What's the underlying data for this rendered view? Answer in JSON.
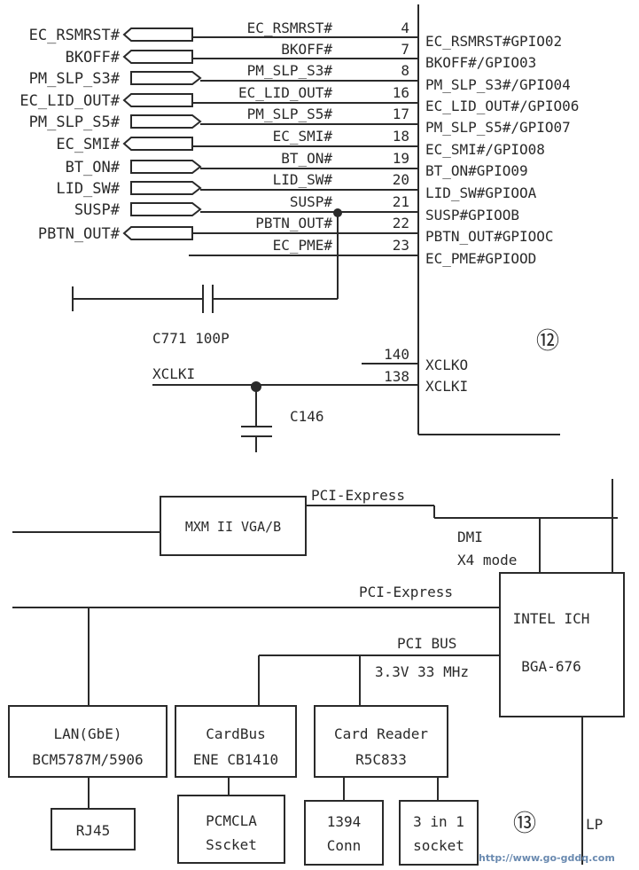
{
  "schematic": {
    "ext_signals": [
      "EC_RSMRST#",
      "BKOFF#",
      "PM_SLP_S3#",
      "EC_LID_OUT#",
      "PM_SLP_S5#",
      "EC_SMI#",
      "BT_ON#",
      "LID_SW#",
      "SUSP#",
      "PBTN_OUT#"
    ],
    "net_labels": [
      "EC_RSMRST#",
      "BKOFF#",
      "PM_SLP_S3#",
      "EC_LID_OUT#",
      "PM_SLP_S5#",
      "EC_SMI#",
      "BT_ON#",
      "LID_SW#",
      "SUSP#",
      "PBTN_OUT#",
      "EC_PME#"
    ],
    "pin_numbers": [
      "4",
      "7",
      "8",
      "16",
      "17",
      "18",
      "19",
      "20",
      "21",
      "22",
      "23"
    ],
    "pin_names": [
      "EC_RSMRST#GPIO02",
      "BKOFF#/GPIO03",
      "PM_SLP_S3#/GPIO04",
      "EC_LID_OUT#/GPIO06",
      "PM_SLP_S5#/GPIO07",
      "EC_SMI#/GPIO08",
      "BT_ON#GPIO09",
      "LID_SW#GPIOOA",
      "SUSP#GPIOOB",
      "PBTN_OUT#GPIOOC",
      "EC_PME#GPIOOD"
    ],
    "cap1_label": "C771 100P",
    "clk_pins": [
      {
        "num": "140",
        "name": "XCLKO"
      },
      {
        "num": "138",
        "name": "XCLKI"
      }
    ],
    "clk_net": "XCLKI",
    "cap2_label": "C146",
    "figure_number": "⑫"
  },
  "block": {
    "vga": "MXM II VGA/B",
    "pcie_top": "PCI-Express",
    "dmi_line1": "DMI",
    "dmi_line2": "X4 mode",
    "pcie_mid": "PCI-Express",
    "pci_bus_line1": "PCI BUS",
    "pci_bus_line2": "3.3V 33 MHz",
    "ich_line1": "INTEL ICH",
    "ich_line2": "BGA-676",
    "lan_line1": "LAN(GbE)",
    "lan_line2": "BCM5787M/5906",
    "cardbus_line1": "CardBus",
    "cardbus_line2": "ENE CB1410",
    "reader_line1": "Card Reader",
    "reader_line2": "R5C833",
    "rj45": "RJ45",
    "pcmcia_line1": "PCMCLA",
    "pcmcia_line2": "Sscket",
    "conn1394_line1": "1394",
    "conn1394_line2": "Conn",
    "socket_line1": "3 in 1",
    "socket_line2": "socket",
    "lp": "LP",
    "figure_number": "⑬"
  },
  "watermark": "http://www.go-gddq.com"
}
